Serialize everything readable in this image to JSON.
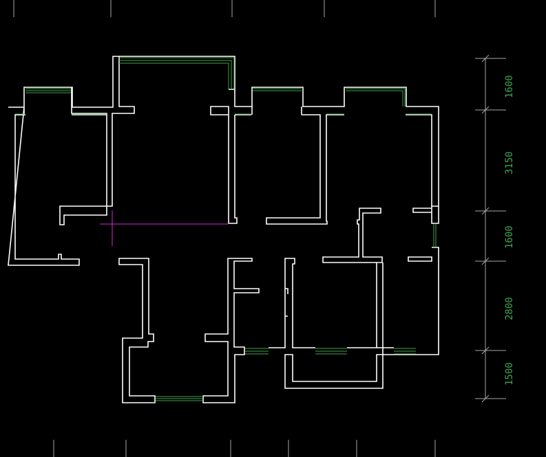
{
  "colors": {
    "background": "#000000",
    "wall": "#ffffff",
    "window": "#3fa34d",
    "dimension_line": "#a8a8a8",
    "dimension_text": "#3fa34d",
    "cursor": "#d62ad6"
  },
  "dimensions": {
    "segment_1": "1600",
    "segment_2": "3150",
    "segment_3": "1600",
    "segment_4": "2800",
    "segment_5": "1500"
  }
}
